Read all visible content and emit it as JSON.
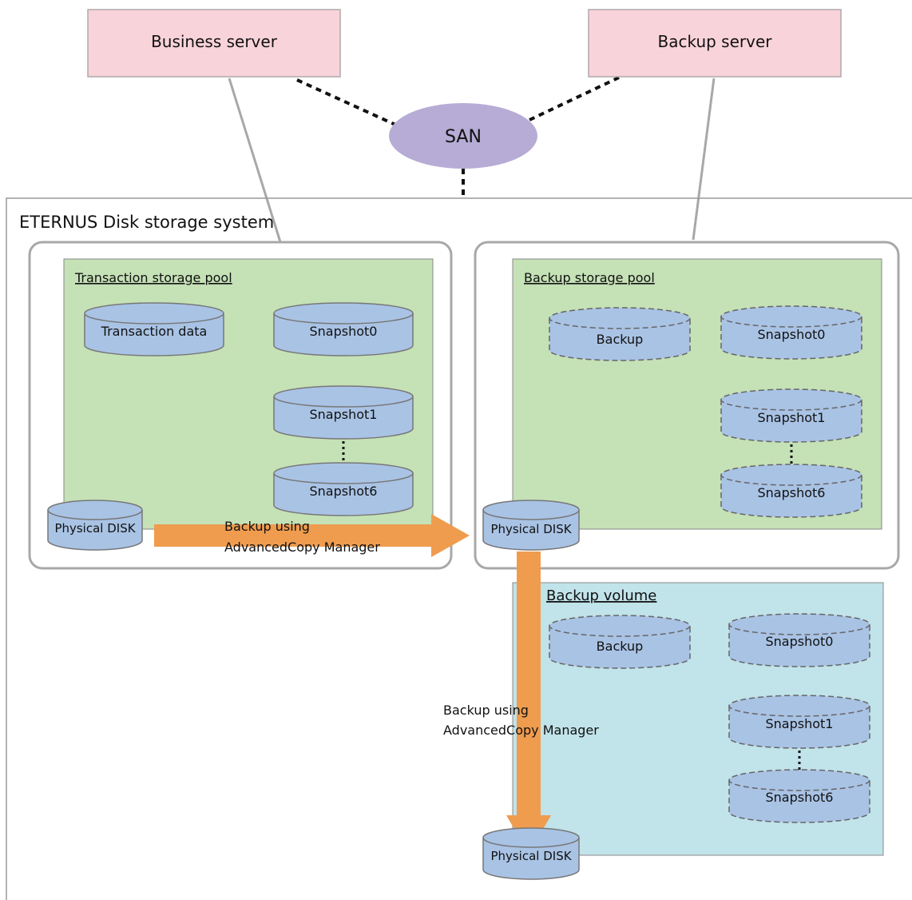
{
  "servers": {
    "business": "Business server",
    "backup": "Backup server"
  },
  "network": {
    "san": "SAN"
  },
  "system": {
    "title": "ETERNUS Disk storage system"
  },
  "transaction_pool": {
    "title": "Transaction storage pool",
    "volumes": [
      "Transaction data",
      "Snapshot0",
      "Snapshot1",
      "Snapshot6"
    ],
    "physical_disk": "Physical DISK"
  },
  "backup_pool": {
    "title": "Backup storage pool",
    "volumes": [
      "Backup",
      "Snapshot0",
      "Snapshot1",
      "Snapshot6"
    ],
    "physical_disk": "Physical DISK"
  },
  "backup_volume": {
    "title": "Backup volume",
    "volumes": [
      "Backup",
      "Snapshot0",
      "Snapshot1",
      "Snapshot6"
    ],
    "physical_disk": "Physical DISK"
  },
  "arrows": {
    "horizontal": {
      "line1": "Backup using",
      "line2": "AdvancedCopy Manager"
    },
    "vertical": {
      "line1": "Backup using",
      "line2": "AdvancedCopy Manager"
    }
  },
  "colors": {
    "server_fill": "#f9d3da",
    "san_fill": "#b6acd5",
    "pool_fill": "#c5e1b6",
    "backup_volume_fill": "#c1e3ea",
    "disk_fill": "#a9c3e5",
    "arrow": "#ef9c4f"
  }
}
